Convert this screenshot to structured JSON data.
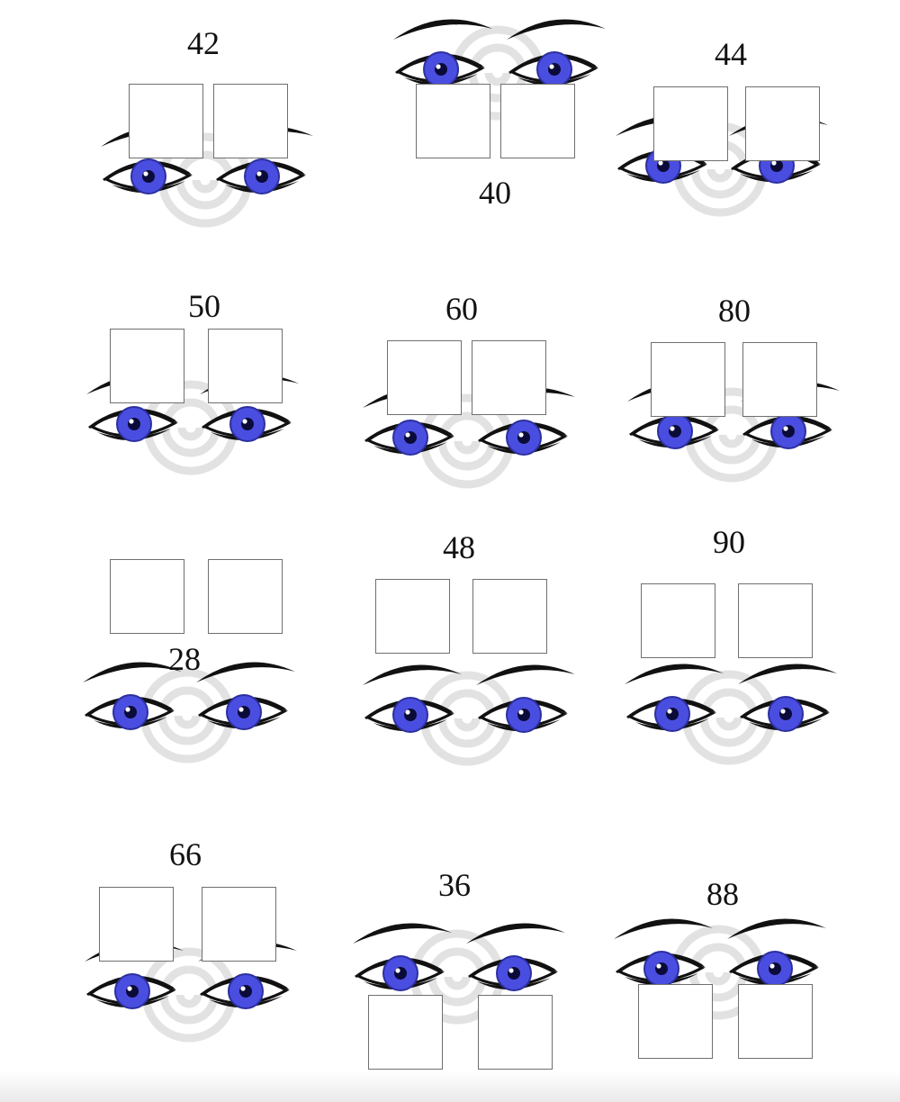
{
  "worksheet": {
    "items": [
      {
        "number": "42"
      },
      {
        "number": "40"
      },
      {
        "number": "44"
      },
      {
        "number": "50"
      },
      {
        "number": "60"
      },
      {
        "number": "80"
      },
      {
        "number": "28"
      },
      {
        "number": "48"
      },
      {
        "number": "90"
      },
      {
        "number": "66"
      },
      {
        "number": "36"
      },
      {
        "number": "88"
      }
    ],
    "answer_boxes_per_item": 2,
    "colors": {
      "iris": "#4a4ee0",
      "iris_dark": "#2c2f9e",
      "outline": "#111111",
      "watermark": "#d9d9d9",
      "box_border": "#6f6f6f"
    },
    "icons": {
      "eyes": "eyes-pair-icon",
      "watermark": "swirl-watermark-icon"
    }
  }
}
